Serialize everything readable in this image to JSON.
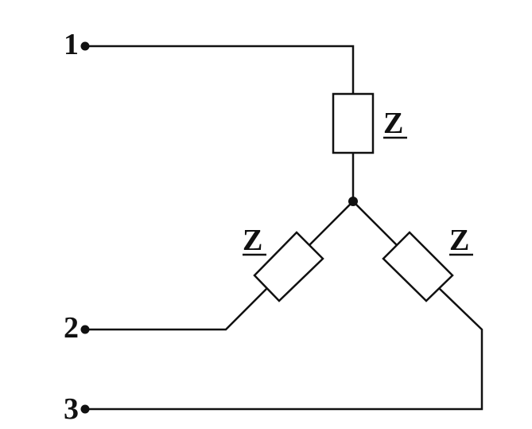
{
  "terminals": [
    {
      "id": "terminal-1",
      "label": "1"
    },
    {
      "id": "terminal-2",
      "label": "2"
    },
    {
      "id": "terminal-3",
      "label": "3"
    }
  ],
  "impedances": [
    {
      "id": "impedance-top",
      "label": "Z"
    },
    {
      "id": "impedance-left",
      "label": "Z"
    },
    {
      "id": "impedance-right",
      "label": "Z"
    }
  ],
  "colors": {
    "line": "#111111",
    "background": "#ffffff"
  }
}
